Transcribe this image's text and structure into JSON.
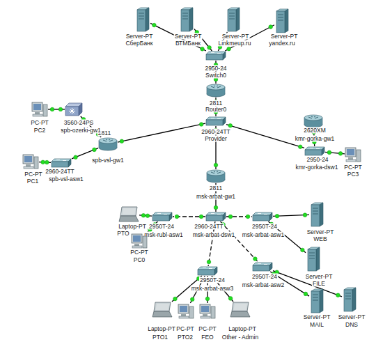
{
  "diagram": {
    "nodes": [
      {
        "text": [
          "Server-PT",
          "СберБанк"
        ]
      },
      {
        "text": [
          "Server-PT",
          "ВТМБанк"
        ]
      },
      {
        "text": [
          "Server-PT",
          "Linkmeup.ru"
        ]
      },
      {
        "text": [
          "Server-PT",
          "yandex.ru"
        ]
      },
      {
        "text": [
          "2950-24",
          "Switch0"
        ]
      },
      {
        "text": [
          "2811",
          "Router0"
        ]
      },
      {
        "text": [
          "2960-24TT",
          "Provider"
        ]
      },
      {
        "text": [
          "2811",
          "spb-vsl-gw1"
        ]
      },
      {
        "text": [
          "PC-PT",
          "PC2"
        ]
      },
      {
        "text": [
          "3560-24PS",
          "spb-ozerki-gw1"
        ]
      },
      {
        "text": [
          "PC-PT",
          "PC1"
        ]
      },
      {
        "text": [
          "2960-24TT",
          "spb-vsl-asw1"
        ]
      },
      {
        "text": [
          "2620XM",
          "kmr-gorka-gw1"
        ]
      },
      {
        "text": [
          "2950-24",
          "kmr-gorka-dsw1"
        ]
      },
      {
        "text": [
          "PC-PT",
          "PC3"
        ]
      },
      {
        "text": [
          "2811",
          "msk-arbat-gw1"
        ]
      },
      {
        "text": [
          "2960-24TT",
          "msk-arbat-dsw1"
        ]
      },
      {
        "text": [
          "2950T-24",
          "msk-rubl-asw1"
        ]
      },
      {
        "text": [
          "Laptop-PT",
          "PTO"
        ]
      },
      {
        "text": [
          "PC-PT",
          "PC0"
        ]
      },
      {
        "text": [
          "2950T-24",
          "msk-arbat-asw1"
        ]
      },
      {
        "text": [
          "Server-PT",
          "WEB"
        ]
      },
      {
        "text": [
          "Server-PT",
          "FILE"
        ]
      },
      {
        "text": [
          "2950T-24",
          "msk-arbat-asw2"
        ]
      },
      {
        "text": [
          "Server-PT",
          "MAIL"
        ]
      },
      {
        "text": [
          "Server-PT",
          "DNS"
        ]
      },
      {
        "text": [
          "2950T-24",
          "msk-arbat-asw3"
        ]
      },
      {
        "text": [
          "Laptop-PT",
          "PTO1"
        ]
      },
      {
        "text": [
          "PC-PT",
          "PTO2"
        ]
      },
      {
        "text": [
          "PC-PT",
          "FEO"
        ]
      },
      {
        "text": [
          "Laptop-PT",
          "Other - Admin"
        ]
      }
    ],
    "edges": [
      {
        "from": 0,
        "to": 4,
        "arrow": "none"
      },
      {
        "from": 1,
        "to": 4,
        "arrow": "none"
      },
      {
        "from": 2,
        "to": 4,
        "arrow": "none"
      },
      {
        "from": 3,
        "to": 4,
        "arrow": "none"
      },
      {
        "from": 4,
        "to": 5,
        "arrow": "none"
      },
      {
        "from": 5,
        "to": 6,
        "arrow": "none"
      },
      {
        "from": 6,
        "to": 7,
        "arrow": "none"
      },
      {
        "from": 7,
        "to": 9,
        "arrow": "none"
      },
      {
        "from": 8,
        "to": 9,
        "arrow": "none"
      },
      {
        "from": 7,
        "to": 11,
        "arrow": "none"
      },
      {
        "from": 10,
        "to": 11,
        "arrow": "none"
      },
      {
        "from": 6,
        "to": 13,
        "arrow": "none"
      },
      {
        "from": 12,
        "to": 13,
        "arrow": "none"
      },
      {
        "from": 13,
        "to": 14,
        "arrow": "none"
      },
      {
        "from": 6,
        "to": 15,
        "arrow": "none"
      },
      {
        "from": 15,
        "to": 16,
        "arrow": "none"
      },
      {
        "from": 16,
        "to": 17,
        "arrow": "none"
      },
      {
        "from": 17,
        "to": 18,
        "arrow": "none"
      },
      {
        "from": 17,
        "to": 19,
        "arrow": "none"
      },
      {
        "from": 16,
        "to": 20,
        "arrow": "none"
      },
      {
        "from": 20,
        "to": 21,
        "arrow": "none"
      },
      {
        "from": 20,
        "to": 22,
        "arrow": "none"
      },
      {
        "from": 16,
        "to": 23,
        "arrow": "none"
      },
      {
        "from": 23,
        "to": 24,
        "arrow": "none"
      },
      {
        "from": 23,
        "to": 25,
        "arrow": "none"
      },
      {
        "from": 16,
        "to": 26,
        "arrow": "none"
      },
      {
        "from": 26,
        "to": 27,
        "arrow": "none"
      },
      {
        "from": 26,
        "to": 28,
        "arrow": "none"
      },
      {
        "from": 26,
        "to": 29,
        "arrow": "none"
      },
      {
        "from": 26,
        "to": 30,
        "arrow": "none"
      }
    ]
  }
}
